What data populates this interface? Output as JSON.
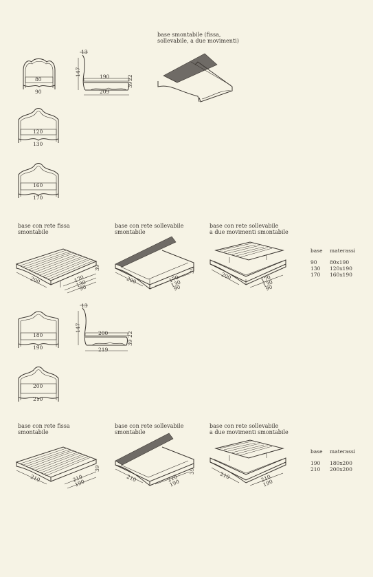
{
  "section1": {
    "base_title": "base smontabile (fissa,\nsollevabile, a due movimenti)",
    "bed90": {
      "inner": "80",
      "outer": "90"
    },
    "side1": {
      "top": "13",
      "height": "147",
      "inner": "190",
      "outer": "209",
      "h1": "39",
      "h2": "22"
    },
    "bed130": {
      "inner": "120",
      "outer": "130"
    },
    "bed170": {
      "inner": "160",
      "outer": "170"
    }
  },
  "section2": {
    "labels": [
      "base con rete fissa\nsmontabile",
      "base con rete sollevabile\nsmontabile",
      "base con rete sollevabile\na due movimenti smontabile"
    ],
    "dims": {
      "length": "200",
      "widths": [
        "170",
        "130",
        "90"
      ],
      "height": "39"
    },
    "table": {
      "header": [
        "base",
        "materassi"
      ],
      "rows": [
        [
          "90",
          "80x190"
        ],
        [
          "130",
          "120x190"
        ],
        [
          "170",
          "160x190"
        ]
      ]
    }
  },
  "section3": {
    "bed190": {
      "inner": "180",
      "outer": "190"
    },
    "side2": {
      "top": "13",
      "height": "147",
      "inner": "200",
      "outer": "219",
      "h1": "39",
      "h2": "22"
    },
    "bed210": {
      "inner": "200",
      "outer": "210"
    }
  },
  "section4": {
    "labels": [
      "base con rete fissa\nsmontabile",
      "base con rete sollevabile\nsmontabile",
      "base con rete sollevabile\na due movimenti smontabile"
    ],
    "dims": {
      "length": "210",
      "widths": [
        "210",
        "190"
      ],
      "height": "39"
    },
    "table": {
      "header": [
        "base",
        "materassi"
      ],
      "rows": [
        [
          "190",
          "180x200"
        ],
        [
          "210",
          "200x200"
        ]
      ]
    }
  }
}
